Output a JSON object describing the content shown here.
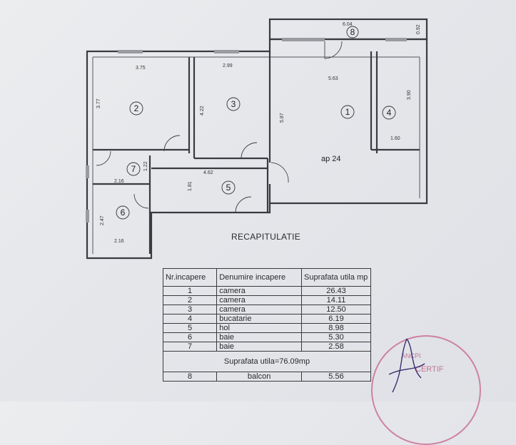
{
  "plan": {
    "title": "RECAPITULATIE",
    "apartment_label": "ap 24",
    "rooms": [
      {
        "id": "1"
      },
      {
        "id": "2"
      },
      {
        "id": "3"
      },
      {
        "id": "4"
      },
      {
        "id": "5"
      },
      {
        "id": "6"
      },
      {
        "id": "7"
      },
      {
        "id": "8"
      }
    ],
    "dimensions": {
      "balcony_len": "6.04",
      "balcony_w": "0.92",
      "r1_len": "5.63",
      "r1_h": "5.87",
      "r2_len": "3.75",
      "r2_h": "3.77",
      "r3_len": "2.99",
      "r3_h": "4.22",
      "r4_h": "3.90",
      "r4_len": "1.60",
      "hall_len": "4.62",
      "hall_h": "1.81",
      "r7_len": "2.16",
      "r7_h": "1.22",
      "r6_len": "2.16",
      "r6_h": "2.47"
    }
  },
  "table": {
    "headers": {
      "nr": "Nr.incapere",
      "name": "Denumire incapere",
      "area": "Suprafata utila mp"
    },
    "rows": [
      {
        "nr": "1",
        "name": "camera",
        "area": "26.43"
      },
      {
        "nr": "2",
        "name": "camera",
        "area": "14.11"
      },
      {
        "nr": "3",
        "name": "camera",
        "area": "12.50"
      },
      {
        "nr": "4",
        "name": "bucatarie",
        "area": "6.19"
      },
      {
        "nr": "5",
        "name": "hol",
        "area": "8.98"
      },
      {
        "nr": "6",
        "name": "baie",
        "area": "5.30"
      },
      {
        "nr": "7",
        "name": "baie",
        "area": "2.58"
      }
    ],
    "total": "Suprafata utila=76.09mp",
    "extra_rows": [
      {
        "nr": "8",
        "name": "balcon",
        "area": "5.56"
      }
    ]
  },
  "stamp": {
    "text_top": "ANCPI",
    "text_mid": "CERTIF"
  }
}
